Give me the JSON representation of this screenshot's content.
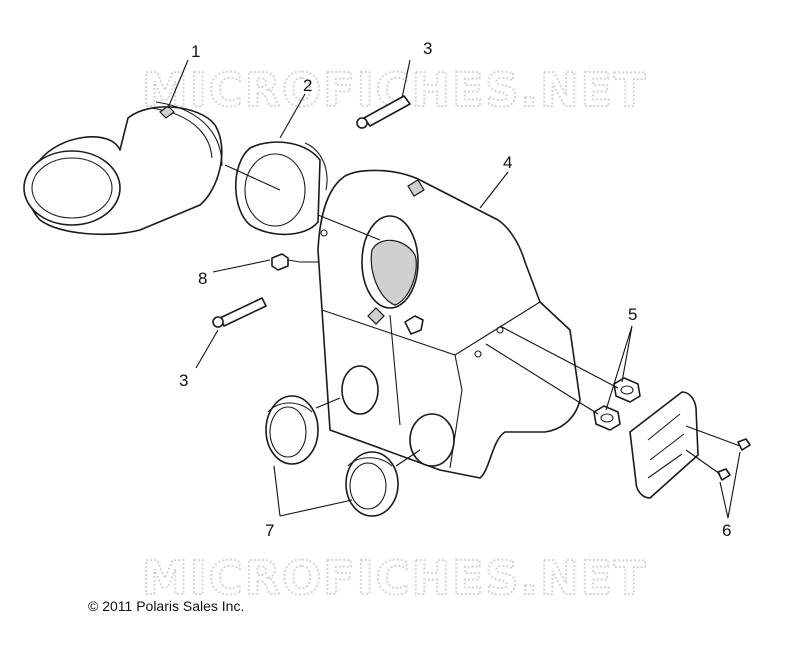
{
  "watermark": {
    "text": "MICROFICHES.NET"
  },
  "callouts": [
    "1",
    "2",
    "3",
    "4",
    "5",
    "6",
    "7",
    "8",
    "3"
  ],
  "footer": {
    "copyright": "© 2011 Polaris Sales Inc."
  }
}
